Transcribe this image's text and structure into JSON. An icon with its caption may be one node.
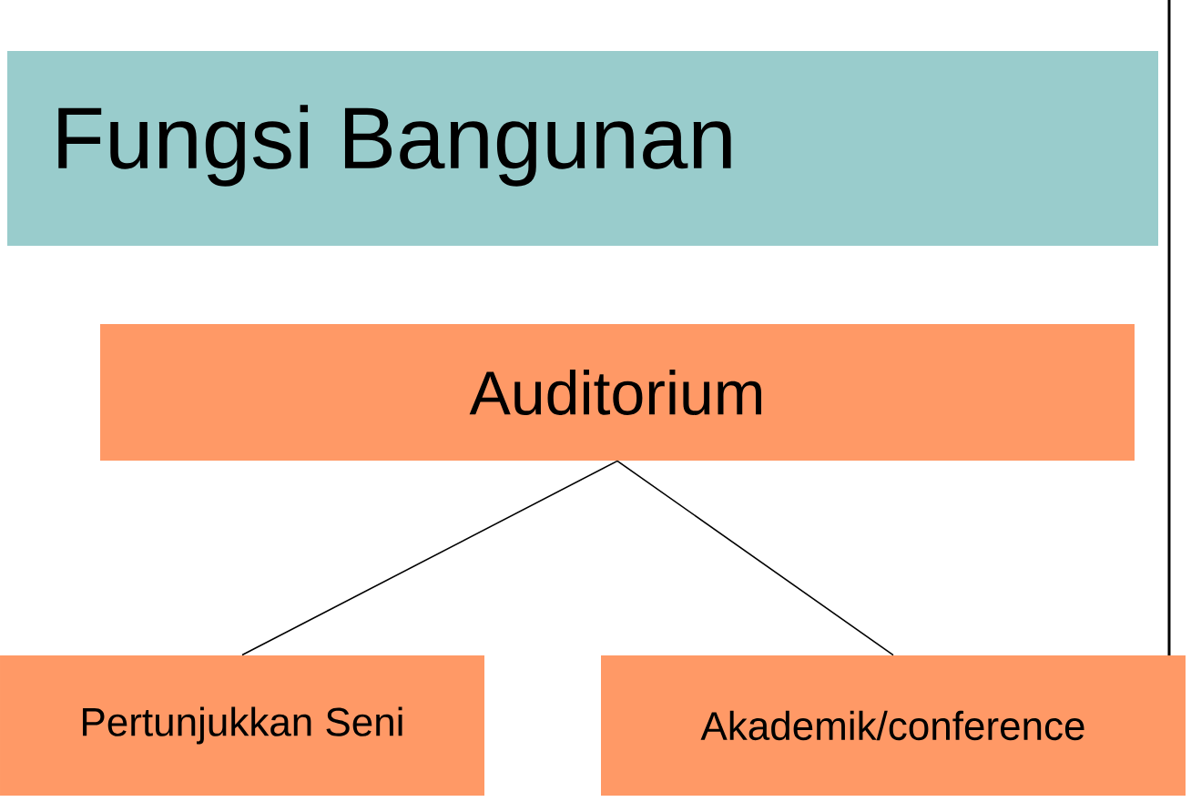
{
  "diagram": {
    "title": "Fungsi Bangunan",
    "nodes": [
      {
        "text": [
          "Auditorium"
        ]
      },
      {
        "text": [
          "Pertunjukkan Seni"
        ]
      },
      {
        "text": [
          "Akademik/conference"
        ]
      }
    ],
    "edges": [
      {
        "from": 0,
        "to": 1,
        "arrow": "none"
      },
      {
        "from": 0,
        "to": 2,
        "arrow": "none"
      }
    ]
  }
}
